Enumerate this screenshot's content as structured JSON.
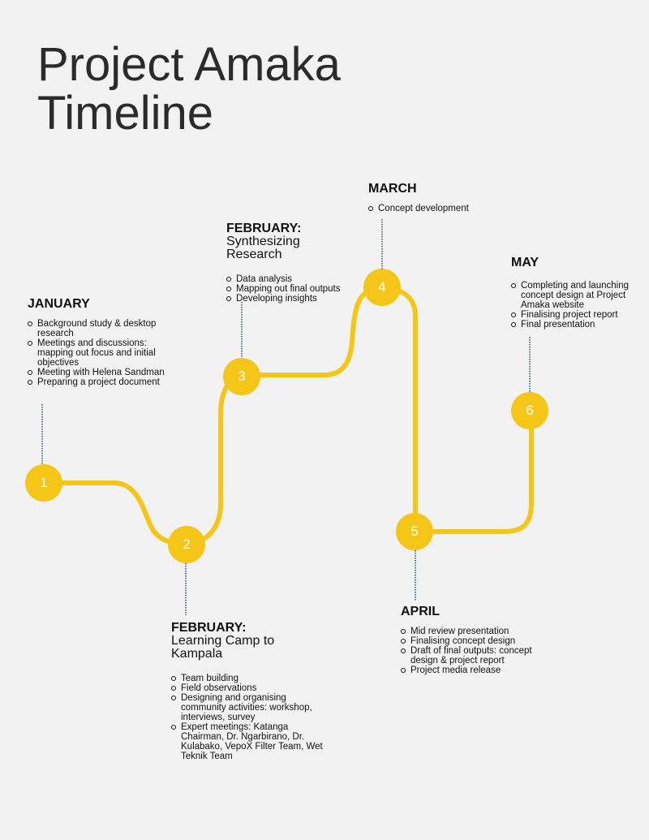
{
  "title": {
    "line1": "Project Amaka",
    "line2": "Timeline"
  },
  "colors": {
    "path": "#f5c518",
    "connector": "#5b7a8c",
    "background": "#f2f2f2"
  },
  "milestones": [
    {
      "number": "1"
    },
    {
      "number": "2"
    },
    {
      "number": "3"
    },
    {
      "number": "4"
    },
    {
      "number": "5"
    },
    {
      "number": "6"
    }
  ],
  "stages": [
    {
      "month": "JANUARY",
      "subtitle": "",
      "items": [
        "Background study & desktop research",
        "Meetings and discussions: mapping out focus and initial objectives",
        "Meeting with Helena Sandman",
        "Preparing a project document"
      ]
    },
    {
      "month": "FEBRUARY:",
      "subtitle": "Learning Camp to Kampala",
      "items": [
        "Team building",
        "Field observations",
        "Designing and organising community activities: workshop, interviews, survey",
        "Expert meetings: Katanga Chairman, Dr. Ngarbirano, Dr. Kulabako, VepoX Filter Team, Wet Teknik Team"
      ]
    },
    {
      "month": "FEBRUARY:",
      "subtitle": "Synthesizing Research",
      "items": [
        "Data analysis",
        "Mapping out final outputs",
        "Developing insights"
      ]
    },
    {
      "month": "MARCH",
      "subtitle": "",
      "items": [
        "Concept development"
      ]
    },
    {
      "month": "APRIL",
      "subtitle": "",
      "items": [
        "Mid review presentation",
        "Finalising concept design",
        "Draft of final outputs: concept design & project report",
        "Project media release"
      ]
    },
    {
      "month": "MAY",
      "subtitle": "",
      "items": [
        "Completing and launching concept design at Project Amaka website",
        "Finalising project report",
        "Final presentation"
      ]
    }
  ]
}
